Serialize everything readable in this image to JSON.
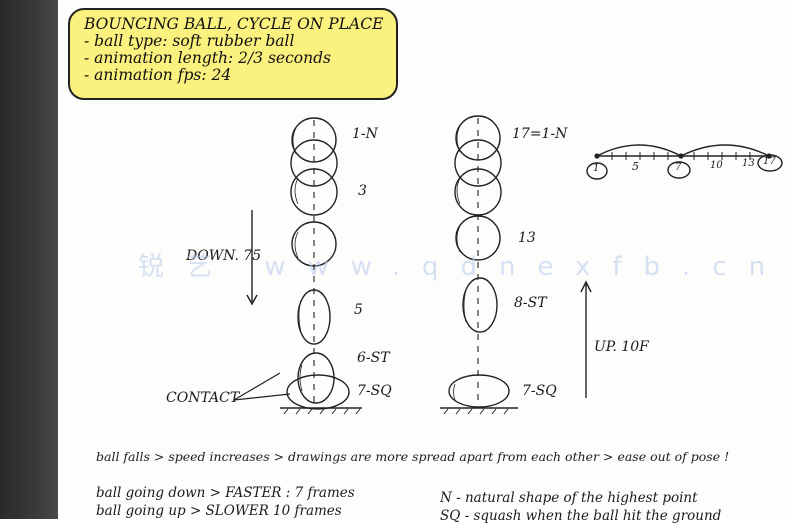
{
  "note": {
    "lines": [
      "BOUNCING BALL, CYCLE ON PLACE",
      "- ball type: soft rubber ball",
      "- animation length: 2/3 seconds",
      "- animation fps: 24"
    ]
  },
  "left_column": {
    "labels": [
      "1-N",
      "3",
      "5",
      "6-ST",
      "7-SQ"
    ],
    "arrow_label": "DOWN. 75",
    "contact_label": "CONTACT"
  },
  "right_column": {
    "labels": [
      "17=1-N",
      "13",
      "8-ST",
      "7-SQ"
    ],
    "arrow_label": "UP. 10F"
  },
  "timeline": {
    "labels": [
      "1",
      "5",
      "7",
      "10",
      "13",
      "17"
    ],
    "circled": [
      "1",
      "7",
      "17"
    ]
  },
  "text": {
    "line1": "ball falls > speed increases > drawings are more spread apart from each other > ease out of pose !",
    "line2": "ball going down > FASTER : 7 frames",
    "line3": "ball going up > SLOWER 10 frames",
    "legend1": "N - natural shape of the highest point",
    "legend2": "SQ - squash when the ball hit the ground"
  },
  "watermark": "锐艺 www.qdnexfb.cn"
}
